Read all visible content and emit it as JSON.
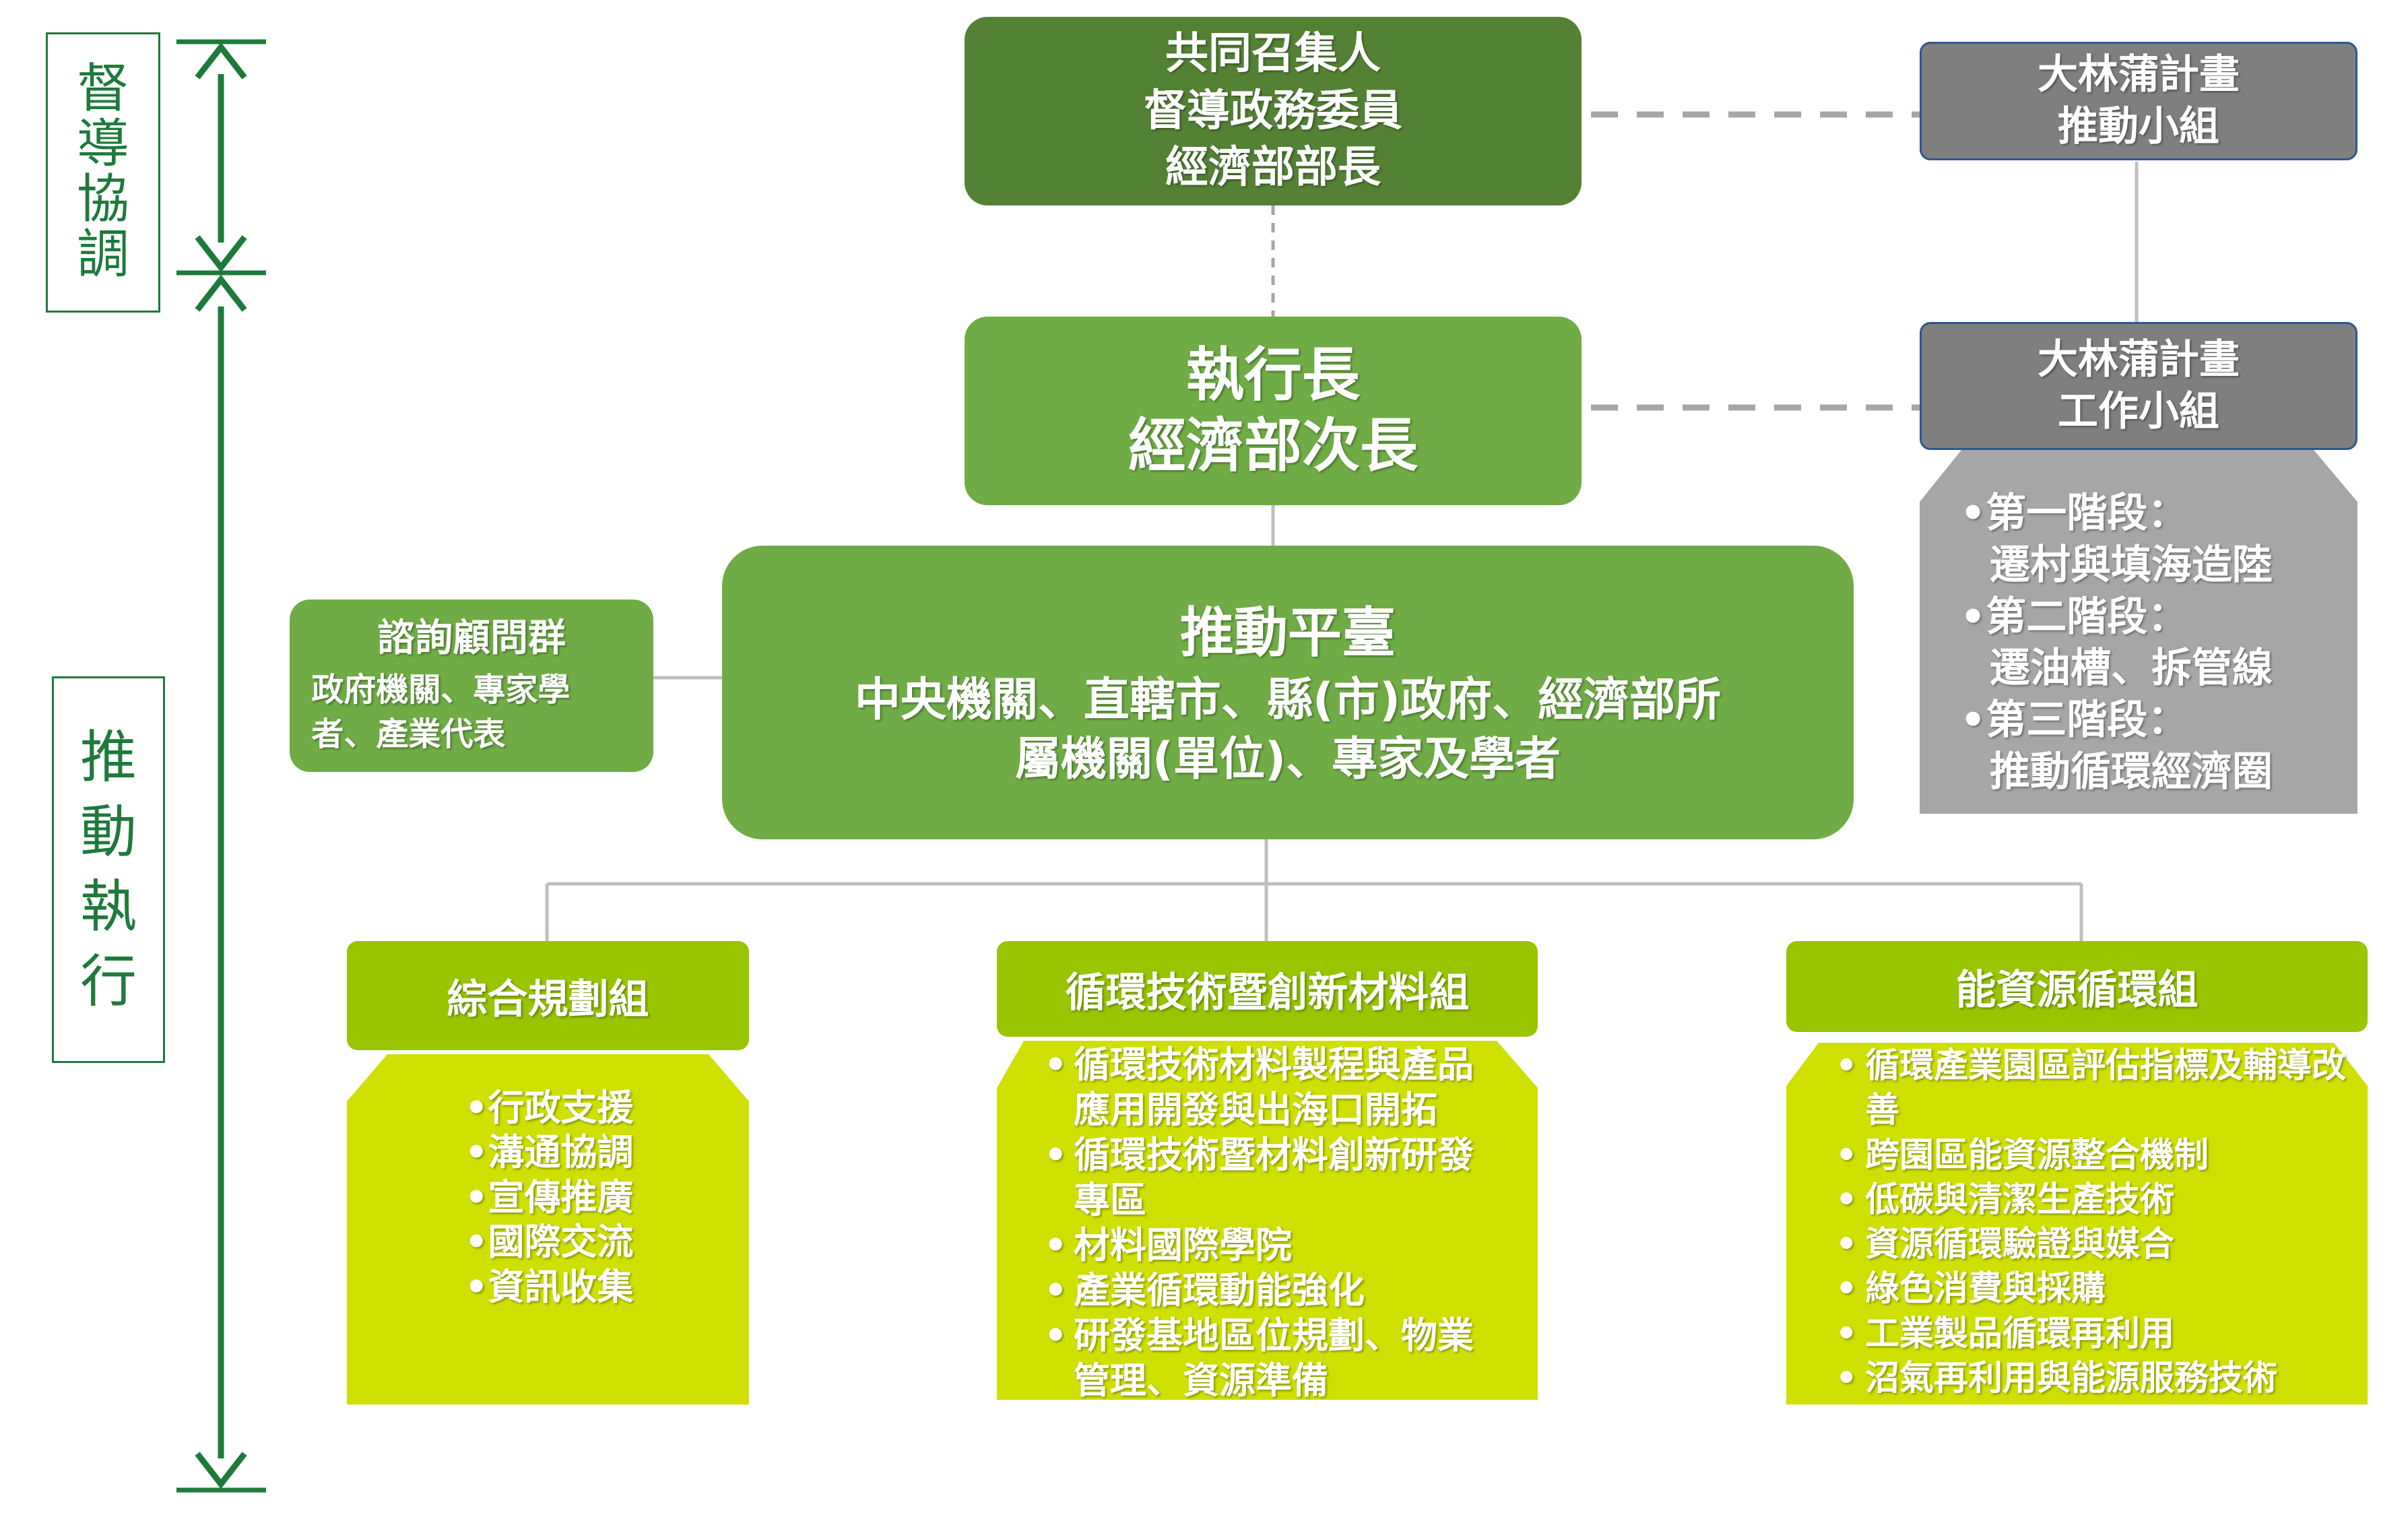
{
  "side_labels": {
    "supervise": [
      "督",
      "導",
      "協",
      "調"
    ],
    "execute": [
      "推",
      "動",
      "執",
      "行"
    ]
  },
  "convener": {
    "line1": "共同召集人",
    "line2": "督導政務委員",
    "line3": "經濟部部長"
  },
  "ceo": {
    "line1": "執行長",
    "line2": "經濟部次長"
  },
  "platform": {
    "title": "推動平臺",
    "line1": "中央機關、直轄市、縣(市)政府、經濟部所",
    "line2": "屬機關(單位)、專家及學者"
  },
  "advisory": {
    "title": "諮詢顧問群",
    "line1": "政府機關、專家學",
    "line2": "者、產業代表"
  },
  "promo_group": {
    "line1": "大林蒲計畫",
    "line2": "推動小組"
  },
  "work_group": {
    "line1": "大林蒲計畫",
    "line2": "工作小組"
  },
  "phases": [
    {
      "head": "•第一階段：",
      "detail": "遷村與填海造陸"
    },
    {
      "head": "•第二階段：",
      "detail": "遷油槽、拆管線"
    },
    {
      "head": "•第三階段：",
      "detail": "推動循環經濟圈"
    }
  ],
  "groups": [
    {
      "title": "綜合規劃組",
      "items": [
        "•行政支援",
        "•溝通協調",
        "•宣傳推廣",
        "•國際交流",
        "•資訊收集"
      ]
    },
    {
      "title": "循環技術暨創新材料組",
      "items": [
        "循環技術材料製程與產品應用開發與出海口開拓",
        "循環技術暨材料創新研發專區",
        "材料國際學院",
        "產業循環動能強化",
        "研發基地區位規劃、物業管理、資源準備"
      ]
    },
    {
      "title": "能資源循環組",
      "items": [
        "循環產業園區評估指標及輔導改善",
        "跨園區能資源整合機制",
        "低碳與清潔生產技術",
        "資源循環驗證與媒合",
        "綠色消費與採購",
        "工業製品循環再利用",
        "沼氣再利用與能源服務技術"
      ]
    }
  ],
  "colors": {
    "dark_green": "#548235",
    "mid_green": "#6fac46",
    "lime_head": "#99c400",
    "lime_body": "#cfe000",
    "gray_box": "#7f7f7f",
    "gray_panel": "#a6a6a6",
    "arrow_green": "#1e7a3c"
  }
}
